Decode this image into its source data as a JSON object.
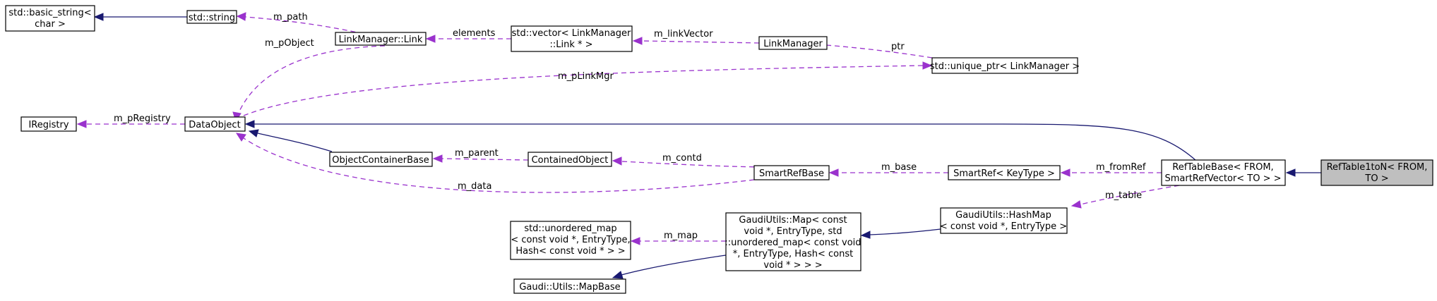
{
  "colors": {
    "inherit_edge": "#191970",
    "use_edge": "#9a32cd",
    "highlight_node": "#bfbfbf"
  },
  "nodes": {
    "basic_string": {
      "lines": [
        "std::basic_string<",
        "char >"
      ]
    },
    "string": {
      "lines": [
        "std::string"
      ]
    },
    "link": {
      "lines": [
        "LinkManager::Link"
      ]
    },
    "vector": {
      "lines": [
        "std::vector< LinkManager",
        "::Link * >"
      ]
    },
    "linkmanager": {
      "lines": [
        "LinkManager"
      ]
    },
    "unique_ptr": {
      "lines": [
        "std::unique_ptr< LinkManager >"
      ]
    },
    "iregistry": {
      "lines": [
        "IRegistry"
      ]
    },
    "dataobject": {
      "lines": [
        "DataObject"
      ]
    },
    "objectcontainerbase": {
      "lines": [
        "ObjectContainerBase"
      ]
    },
    "containedobject": {
      "lines": [
        "ContainedObject"
      ]
    },
    "smartrefbase": {
      "lines": [
        "SmartRefBase"
      ]
    },
    "smartref": {
      "lines": [
        "SmartRef< KeyType >"
      ]
    },
    "reftablebase": {
      "lines": [
        "RefTableBase< FROM,",
        "SmartRefVector< TO > >"
      ]
    },
    "reftableton": {
      "lines": [
        "RefTable1toN< FROM,",
        "TO >"
      ]
    },
    "hashmap": {
      "lines": [
        "GaudiUtils::HashMap",
        "< const void *, EntryType >"
      ]
    },
    "gaudimap": {
      "lines": [
        "GaudiUtils::Map< const",
        "void *, EntryType, std",
        "::unordered_map< const void",
        "*, EntryType, Hash< const",
        "void * > > >"
      ]
    },
    "unordered_map": {
      "lines": [
        "std::unordered_map",
        "< const void *, EntryType,",
        "Hash< const void * > >"
      ]
    },
    "mapbase": {
      "lines": [
        "Gaudi::Utils::MapBase"
      ]
    }
  },
  "edge_labels": {
    "m_path": "m_path",
    "m_pObject": "m_pObject",
    "elements": "elements",
    "m_linkVector": "m_linkVector",
    "ptr": "ptr",
    "m_pLinkMgr": "m_pLinkMgr",
    "m_pRegistry": "m_pRegistry",
    "m_parent": "m_parent",
    "m_contd": "m_contd",
    "m_base": "m_base",
    "m_fromRef": "m_fromRef",
    "m_data": "m_data",
    "m_table": "m_table",
    "m_map": "m_map"
  }
}
